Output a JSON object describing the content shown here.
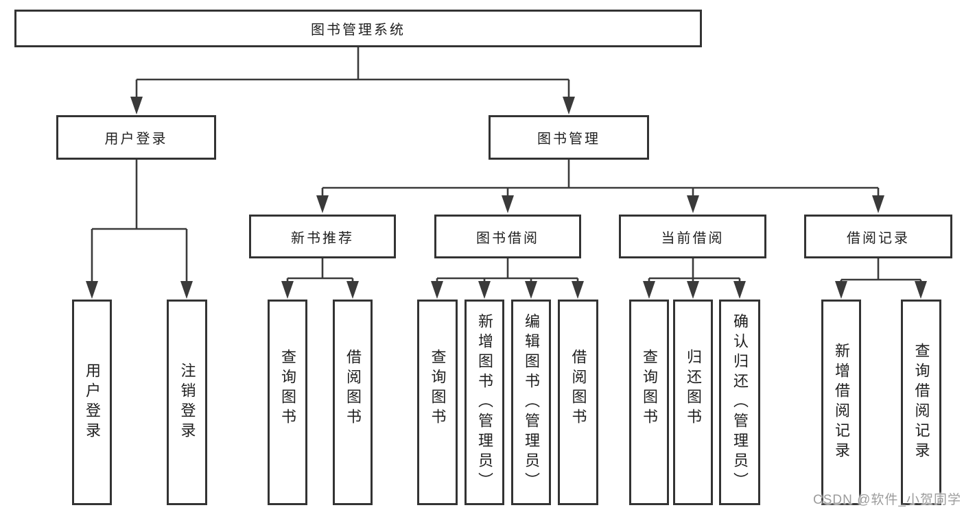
{
  "diagram": {
    "root": {
      "label": "图书管理系统"
    },
    "level2": {
      "user_login": {
        "label": "用户登录"
      },
      "book_management": {
        "label": "图书管理"
      }
    },
    "level3": {
      "new_book_recommend": {
        "label": "新书推荐"
      },
      "book_borrowing": {
        "label": "图书借阅"
      },
      "current_borrowing": {
        "label": "当前借阅"
      },
      "borrow_records": {
        "label": "借阅记录"
      }
    },
    "leaves": {
      "user_login": {
        "label": "用户登录"
      },
      "logout": {
        "label": "注销登录"
      },
      "recommend_query_books": {
        "label": "查询图书"
      },
      "recommend_borrow_books": {
        "label": "借阅图书"
      },
      "borrowing_query_books": {
        "label": "查询图书"
      },
      "borrowing_add_books": {
        "label": "新增图书（管理员）"
      },
      "borrowing_edit_books": {
        "label": "编辑图书（管理员）"
      },
      "borrowing_borrow_books": {
        "label": "借阅图书"
      },
      "current_query_books": {
        "label": "查询图书"
      },
      "current_return_books": {
        "label": "归还图书"
      },
      "current_confirm_return": {
        "label": "确认归还（管理员）"
      },
      "records_add_record": {
        "label": "新增借阅记录"
      },
      "records_query_record": {
        "label": "查询借阅记录"
      }
    }
  },
  "watermark": {
    "text": "CSDN @软件_小贺同学"
  },
  "colors": {
    "line": "#3a3a3a",
    "box_border": "#333333",
    "text": "#1f1f1f",
    "background": "#ffffff",
    "watermark_text": "#9c9c9c"
  }
}
